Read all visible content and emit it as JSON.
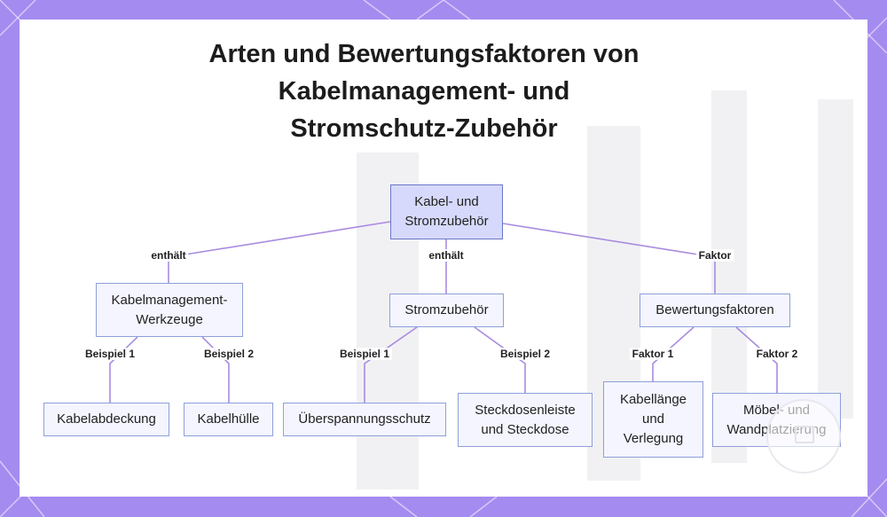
{
  "title": {
    "line1": "Arten und Bewertungsfaktoren von",
    "line2": "Kabelmanagement- und",
    "line3": "Stromschutz-Zubehör"
  },
  "nodes": {
    "root": "Kabel- und Stromzubehör",
    "cable_tools": "Kabelmanagement-Werkzeuge",
    "power": "Stromzubehör",
    "factors": "Bewertungsfaktoren",
    "cover": "Kabelabdeckung",
    "sleeve": "Kabelhülle",
    "surge": "Überspannungsschutz",
    "strip": "Steckdosenleiste und Steckdose",
    "length": "Kabellänge und Verlegung",
    "furniture": "Möbel- und Wandplatzierung"
  },
  "edges": {
    "root_cable_tools": "enthält",
    "root_power": "enthält",
    "root_factors": "Faktor",
    "cable_tools_cover": "Beispiel 1",
    "cable_tools_sleeve": "Beispiel 2",
    "power_surge": "Beispiel 1",
    "power_strip": "Beispiel 2",
    "factors_length": "Faktor 1",
    "factors_furniture": "Faktor 2"
  },
  "colors": {
    "frame": "#a48bf0",
    "edge": "#a98be0",
    "node_fill": "#f4f5fe",
    "node_border": "#8e9fda",
    "root_fill": "#d6d9fb"
  }
}
